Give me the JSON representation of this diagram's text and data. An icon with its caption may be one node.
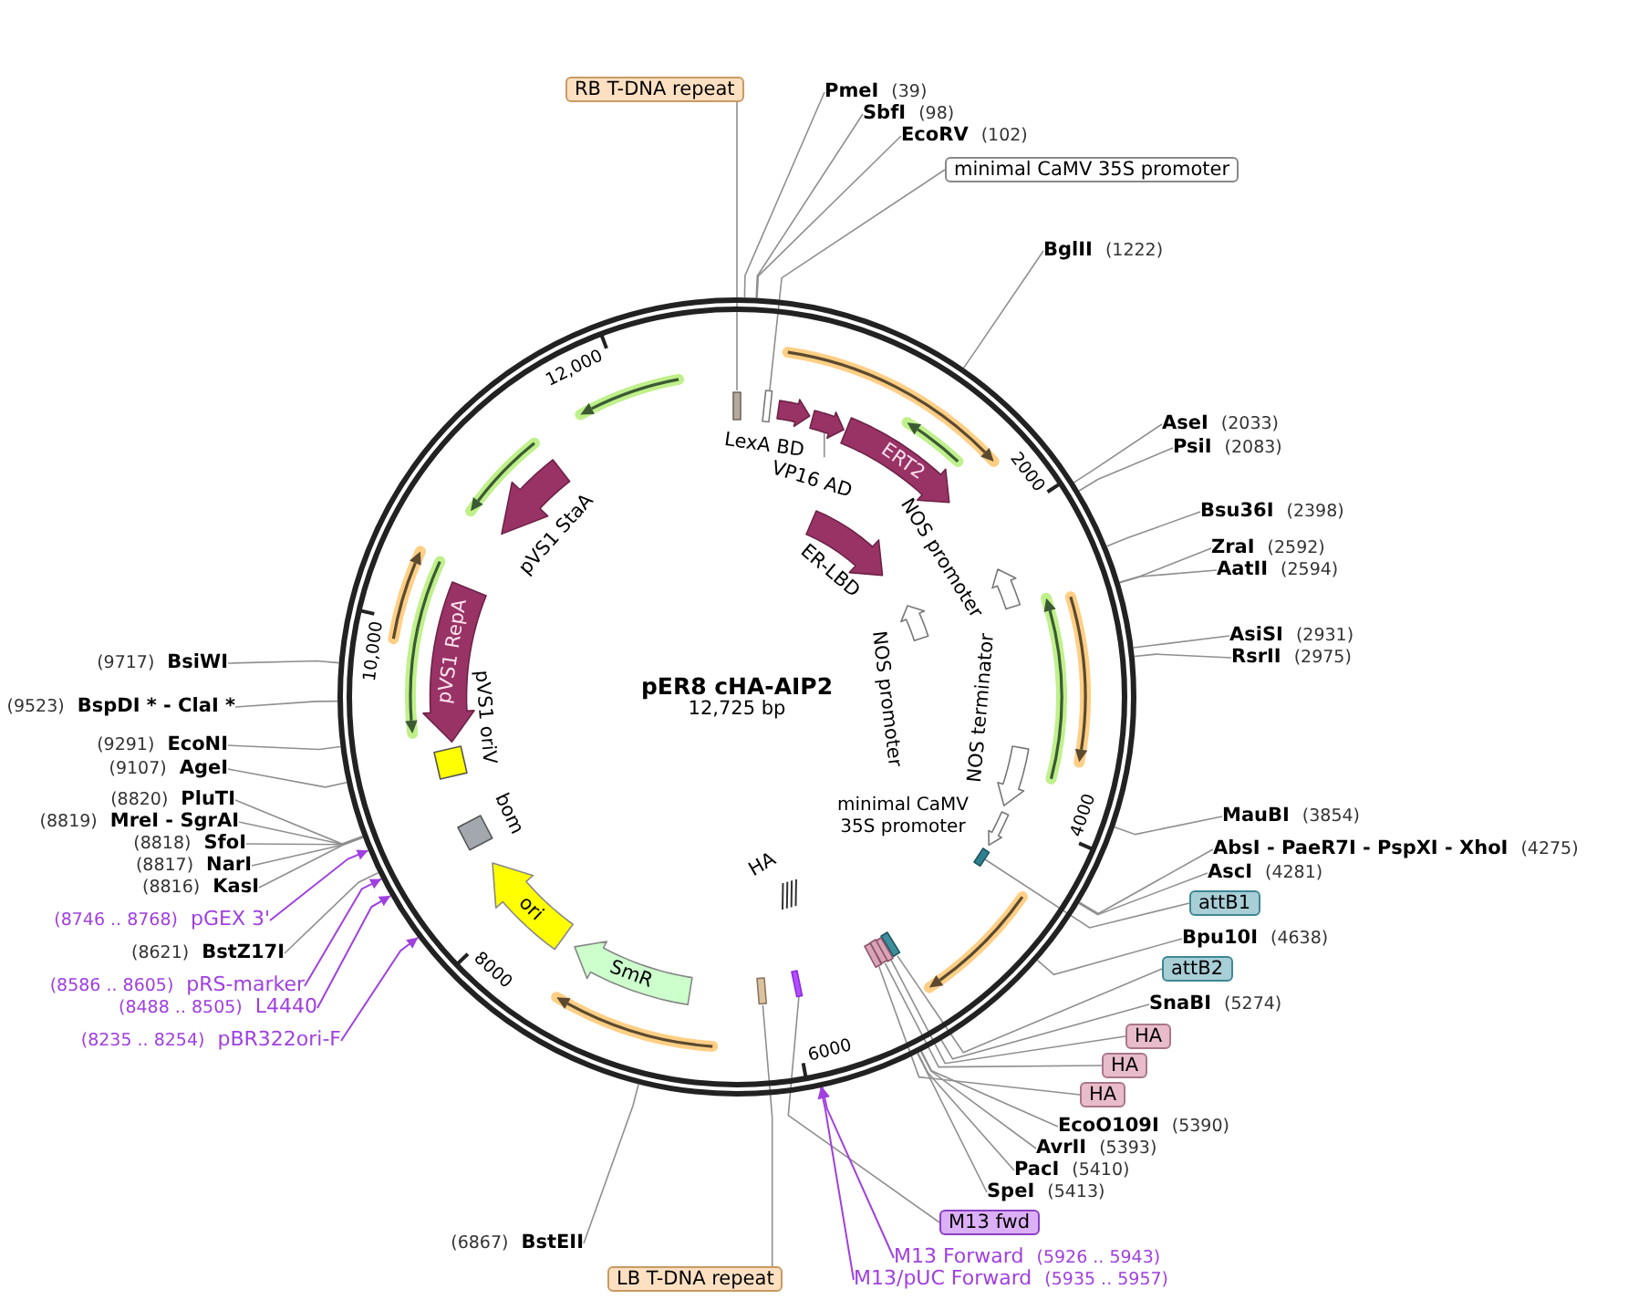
{
  "diagram": {
    "nodes": [
      {
        "text": [
          "pER8 cHA-AIP2",
          "12,725 bp"
        ]
      },
      {
        "text": [],
        "shape": "bar",
        "in": 0
      },
      {
        "text": [],
        "shape": "bar",
        "in": 0
      },
      {
        "text": [
          "LexA BD"
        ],
        "in": 0
      },
      {
        "text": [],
        "shape": "arrow",
        "in": 0
      },
      {
        "text": [
          "VP16 AD"
        ],
        "in": 0
      },
      {
        "text": [
          "ERT2"
        ],
        "in": 0
      },
      {
        "text": [
          "NOS promoter"
        ],
        "in": 0
      },
      {
        "text": [
          "ER-LBD"
        ],
        "in": 0
      },
      {
        "text": [
          "NOS promoter"
        ],
        "in": 0
      },
      {
        "text": [
          "NOS terminator"
        ],
        "in": 0
      },
      {
        "text": [],
        "shape": "arrow",
        "beside": [
          "minimal CaMV 35S promoter"
        ],
        "in": 0
      },
      {
        "text": [],
        "shape": "bar",
        "in": 0
      },
      {
        "text": [
          "HA"
        ],
        "in": 0
      },
      {
        "text": [],
        "shape": "bar",
        "in": 0
      },
      {
        "text": [],
        "shape": "bar",
        "in": 0
      },
      {
        "text": [],
        "shape": "bar",
        "in": 0
      },
      {
        "text": [],
        "shape": "bar",
        "in": 0
      },
      {
        "text": [],
        "shape": "bar",
        "in": 0
      },
      {
        "text": [],
        "shape": "bar",
        "in": 0
      },
      {
        "text": [
          "SmR"
        ],
        "in": 0
      },
      {
        "text": [
          "ori"
        ],
        "in": 0
      },
      {
        "text": [
          "bom"
        ],
        "in": 0
      },
      {
        "text": [
          "pVS1 oriV"
        ],
        "in": 0
      },
      {
        "text": [
          "pVS1 RepA"
        ],
        "in": 0
      },
      {
        "text": [
          "pVS1 StaA"
        ],
        "in": 0
      },
      {
        "text": [
          "RB T-DNA repeat"
        ]
      },
      {
        "text": [
          "PmeI",
          "(39)"
        ]
      },
      {
        "text": [
          "SbfI",
          "(98)"
        ]
      },
      {
        "text": [
          "EcoRV",
          "(102)"
        ]
      },
      {
        "text": [
          "minimal CaMV 35S promoter"
        ]
      },
      {
        "text": [
          "BglII",
          "(1222)"
        ]
      },
      {
        "text": [
          "AseI",
          "(2033)"
        ]
      },
      {
        "text": [
          "PsiI",
          "(2083)"
        ]
      },
      {
        "text": [
          "Bsu36I",
          "(2398)"
        ]
      },
      {
        "text": [
          "ZraI",
          "(2592)"
        ]
      },
      {
        "text": [
          "AatII",
          "(2594)"
        ]
      },
      {
        "text": [
          "AsiSI",
          "(2931)"
        ]
      },
      {
        "text": [
          "RsrII",
          "(2975)"
        ]
      },
      {
        "text": [
          "MauBI",
          "(3854)"
        ]
      },
      {
        "text": [
          "AbsI - PaeR7I - PspXI - XhoI",
          "(4275)"
        ]
      },
      {
        "text": [
          "AscI",
          "(4281)"
        ]
      },
      {
        "text": [
          "attB1"
        ]
      },
      {
        "text": [
          "Bpu10I",
          "(4638)"
        ]
      },
      {
        "text": [
          "attB2"
        ]
      },
      {
        "text": [
          "SnaBI",
          "(5274)"
        ]
      },
      {
        "text": [
          "HA"
        ]
      },
      {
        "text": [
          "HA"
        ]
      },
      {
        "text": [
          "HA"
        ]
      },
      {
        "text": [
          "EcoO109I",
          "(5390)"
        ]
      },
      {
        "text": [
          "AvrII",
          "(5393)"
        ]
      },
      {
        "text": [
          "PacI",
          "(5410)"
        ]
      },
      {
        "text": [
          "SpeI",
          "(5413)"
        ]
      },
      {
        "text": [
          "M13 fwd"
        ]
      },
      {
        "text": [
          "M13 Forward",
          "(5926 .. 5943)"
        ]
      },
      {
        "text": [
          "M13/pUC Forward",
          "(5935 .. 5957)"
        ]
      },
      {
        "text": [
          "LB T-DNA repeat"
        ]
      },
      {
        "text": [
          "(6867)",
          "BstEII"
        ]
      },
      {
        "text": [
          "(8235 .. 8254)",
          "pBR322ori-F"
        ]
      },
      {
        "text": [
          "(8488 .. 8505)",
          "L4440"
        ]
      },
      {
        "text": [
          "(8586 .. 8605)",
          "pRS-marker"
        ]
      },
      {
        "text": [
          "(8621)",
          "BstZ17I"
        ]
      },
      {
        "text": [
          "(8746 .. 8768)",
          "pGEX 3'"
        ]
      },
      {
        "text": [
          "(8816)",
          "KasI"
        ]
      },
      {
        "text": [
          "(8817)",
          "NarI"
        ]
      },
      {
        "text": [
          "(8818)",
          "SfoI"
        ]
      },
      {
        "text": [
          "(8819)",
          "MreI - SgrAI"
        ]
      },
      {
        "text": [
          "(8820)",
          "PluTI"
        ]
      },
      {
        "text": [
          "(9107)",
          "AgeI"
        ]
      },
      {
        "text": [
          "(9291)",
          "EcoNI"
        ]
      },
      {
        "text": [
          "(9523)",
          "BspDI * - ClaI *"
        ]
      },
      {
        "text": [
          "(9717)",
          "BsiWI"
        ]
      }
    ],
    "edges": [
      {
        "from": 5,
        "to": 4,
        "arrow": "none"
      },
      {
        "from": 26,
        "to": 1,
        "arrow": "none"
      },
      {
        "from": 27,
        "to": 0,
        "arrow": "none"
      },
      {
        "from": 28,
        "to": 0,
        "arrow": "none"
      },
      {
        "from": 29,
        "to": 0,
        "arrow": "none"
      },
      {
        "from": 30,
        "to": 2,
        "arrow": "none"
      },
      {
        "from": 31,
        "to": 0,
        "arrow": "none"
      },
      {
        "from": 32,
        "to": 0,
        "arrow": "none"
      },
      {
        "from": 33,
        "to": 0,
        "arrow": "none"
      },
      {
        "from": 34,
        "to": 0,
        "arrow": "none"
      },
      {
        "from": 35,
        "to": 0,
        "arrow": "none"
      },
      {
        "from": 36,
        "to": 0,
        "arrow": "none"
      },
      {
        "from": 37,
        "to": 0,
        "arrow": "none"
      },
      {
        "from": 38,
        "to": 0,
        "arrow": "none"
      },
      {
        "from": 39,
        "to": 0,
        "arrow": "none"
      },
      {
        "from": 40,
        "to": 0,
        "arrow": "none"
      },
      {
        "from": 41,
        "to": 0,
        "arrow": "none"
      },
      {
        "from": 42,
        "to": 12,
        "arrow": "none"
      },
      {
        "from": 43,
        "to": 0,
        "arrow": "none"
      },
      {
        "from": 44,
        "to": 14,
        "arrow": "none"
      },
      {
        "from": 45,
        "to": 0,
        "arrow": "none"
      },
      {
        "from": 46,
        "to": 15,
        "arrow": "none"
      },
      {
        "from": 47,
        "to": 16,
        "arrow": "none"
      },
      {
        "from": 48,
        "to": 17,
        "arrow": "none"
      },
      {
        "from": 49,
        "to": 0,
        "arrow": "none"
      },
      {
        "from": 50,
        "to": 0,
        "arrow": "none"
      },
      {
        "from": 51,
        "to": 0,
        "arrow": "none"
      },
      {
        "from": 52,
        "to": 0,
        "arrow": "none"
      },
      {
        "from": 53,
        "to": 18,
        "arrow": "none"
      },
      {
        "from": 54,
        "to": 0,
        "arrow": "to",
        "color": "#a040e0"
      },
      {
        "from": 55,
        "to": 0,
        "arrow": "to",
        "color": "#a040e0"
      },
      {
        "from": 56,
        "to": 19,
        "arrow": "none"
      },
      {
        "from": 57,
        "to": 0,
        "arrow": "none"
      },
      {
        "from": 58,
        "to": 0,
        "arrow": "to",
        "color": "#a040e0"
      },
      {
        "from": 59,
        "to": 0,
        "arrow": "to",
        "color": "#a040e0"
      },
      {
        "from": 60,
        "to": 0,
        "arrow": "to",
        "color": "#a040e0"
      },
      {
        "from": 61,
        "to": 0,
        "arrow": "none"
      },
      {
        "from": 62,
        "to": 0,
        "arrow": "to",
        "color": "#a040e0"
      },
      {
        "from": 63,
        "to": 0,
        "arrow": "none"
      },
      {
        "from": 64,
        "to": 0,
        "arrow": "none"
      },
      {
        "from": 65,
        "to": 0,
        "arrow": "none"
      },
      {
        "from": 66,
        "to": 0,
        "arrow": "none"
      },
      {
        "from": 67,
        "to": 0,
        "arrow": "none"
      },
      {
        "from": 68,
        "to": 0,
        "arrow": "none"
      },
      {
        "from": 69,
        "to": 0,
        "arrow": "none"
      },
      {
        "from": 70,
        "to": 0,
        "arrow": "none"
      },
      {
        "from": 71,
        "to": 0,
        "arrow": "none"
      }
    ],
    "labels": [
      "12,000",
      "2000",
      "10,000",
      "4000",
      "8000",
      "6000"
    ]
  }
}
